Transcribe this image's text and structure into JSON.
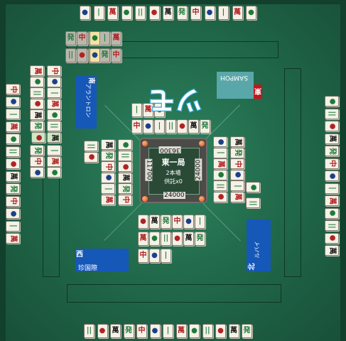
{
  "round": {
    "name": "東一局",
    "honba": "2本場",
    "deposit": "供託x0"
  },
  "scores": {
    "top": "36300",
    "left": "11700",
    "right": "24000",
    "bottom": "24000"
  },
  "players": [
    {
      "id": "top",
      "seat": "東",
      "name": "SAMPOH",
      "plate_color": "#5aa7a9",
      "seat_color": "#c0171d"
    },
    {
      "id": "left",
      "seat": "南",
      "name": "アラントロン",
      "plate_color": "#1558b8",
      "seat_color": "#1558b8"
    },
    {
      "id": "bottom",
      "seat": "西",
      "name": "珍国際",
      "plate_color": "#1558b8",
      "seat_color": "#1558b8"
    },
    {
      "id": "right",
      "seat": "北",
      "name": "ルバイ",
      "plate_color": "#1558b8",
      "seat_color": "#1558b8"
    }
  ],
  "turn_indicator": "ツモ",
  "colors": {
    "felt": "#216a4b",
    "tile_face": "#f4f1e6",
    "accent_blue": "#1558b8",
    "dealer_red": "#c0171d"
  }
}
